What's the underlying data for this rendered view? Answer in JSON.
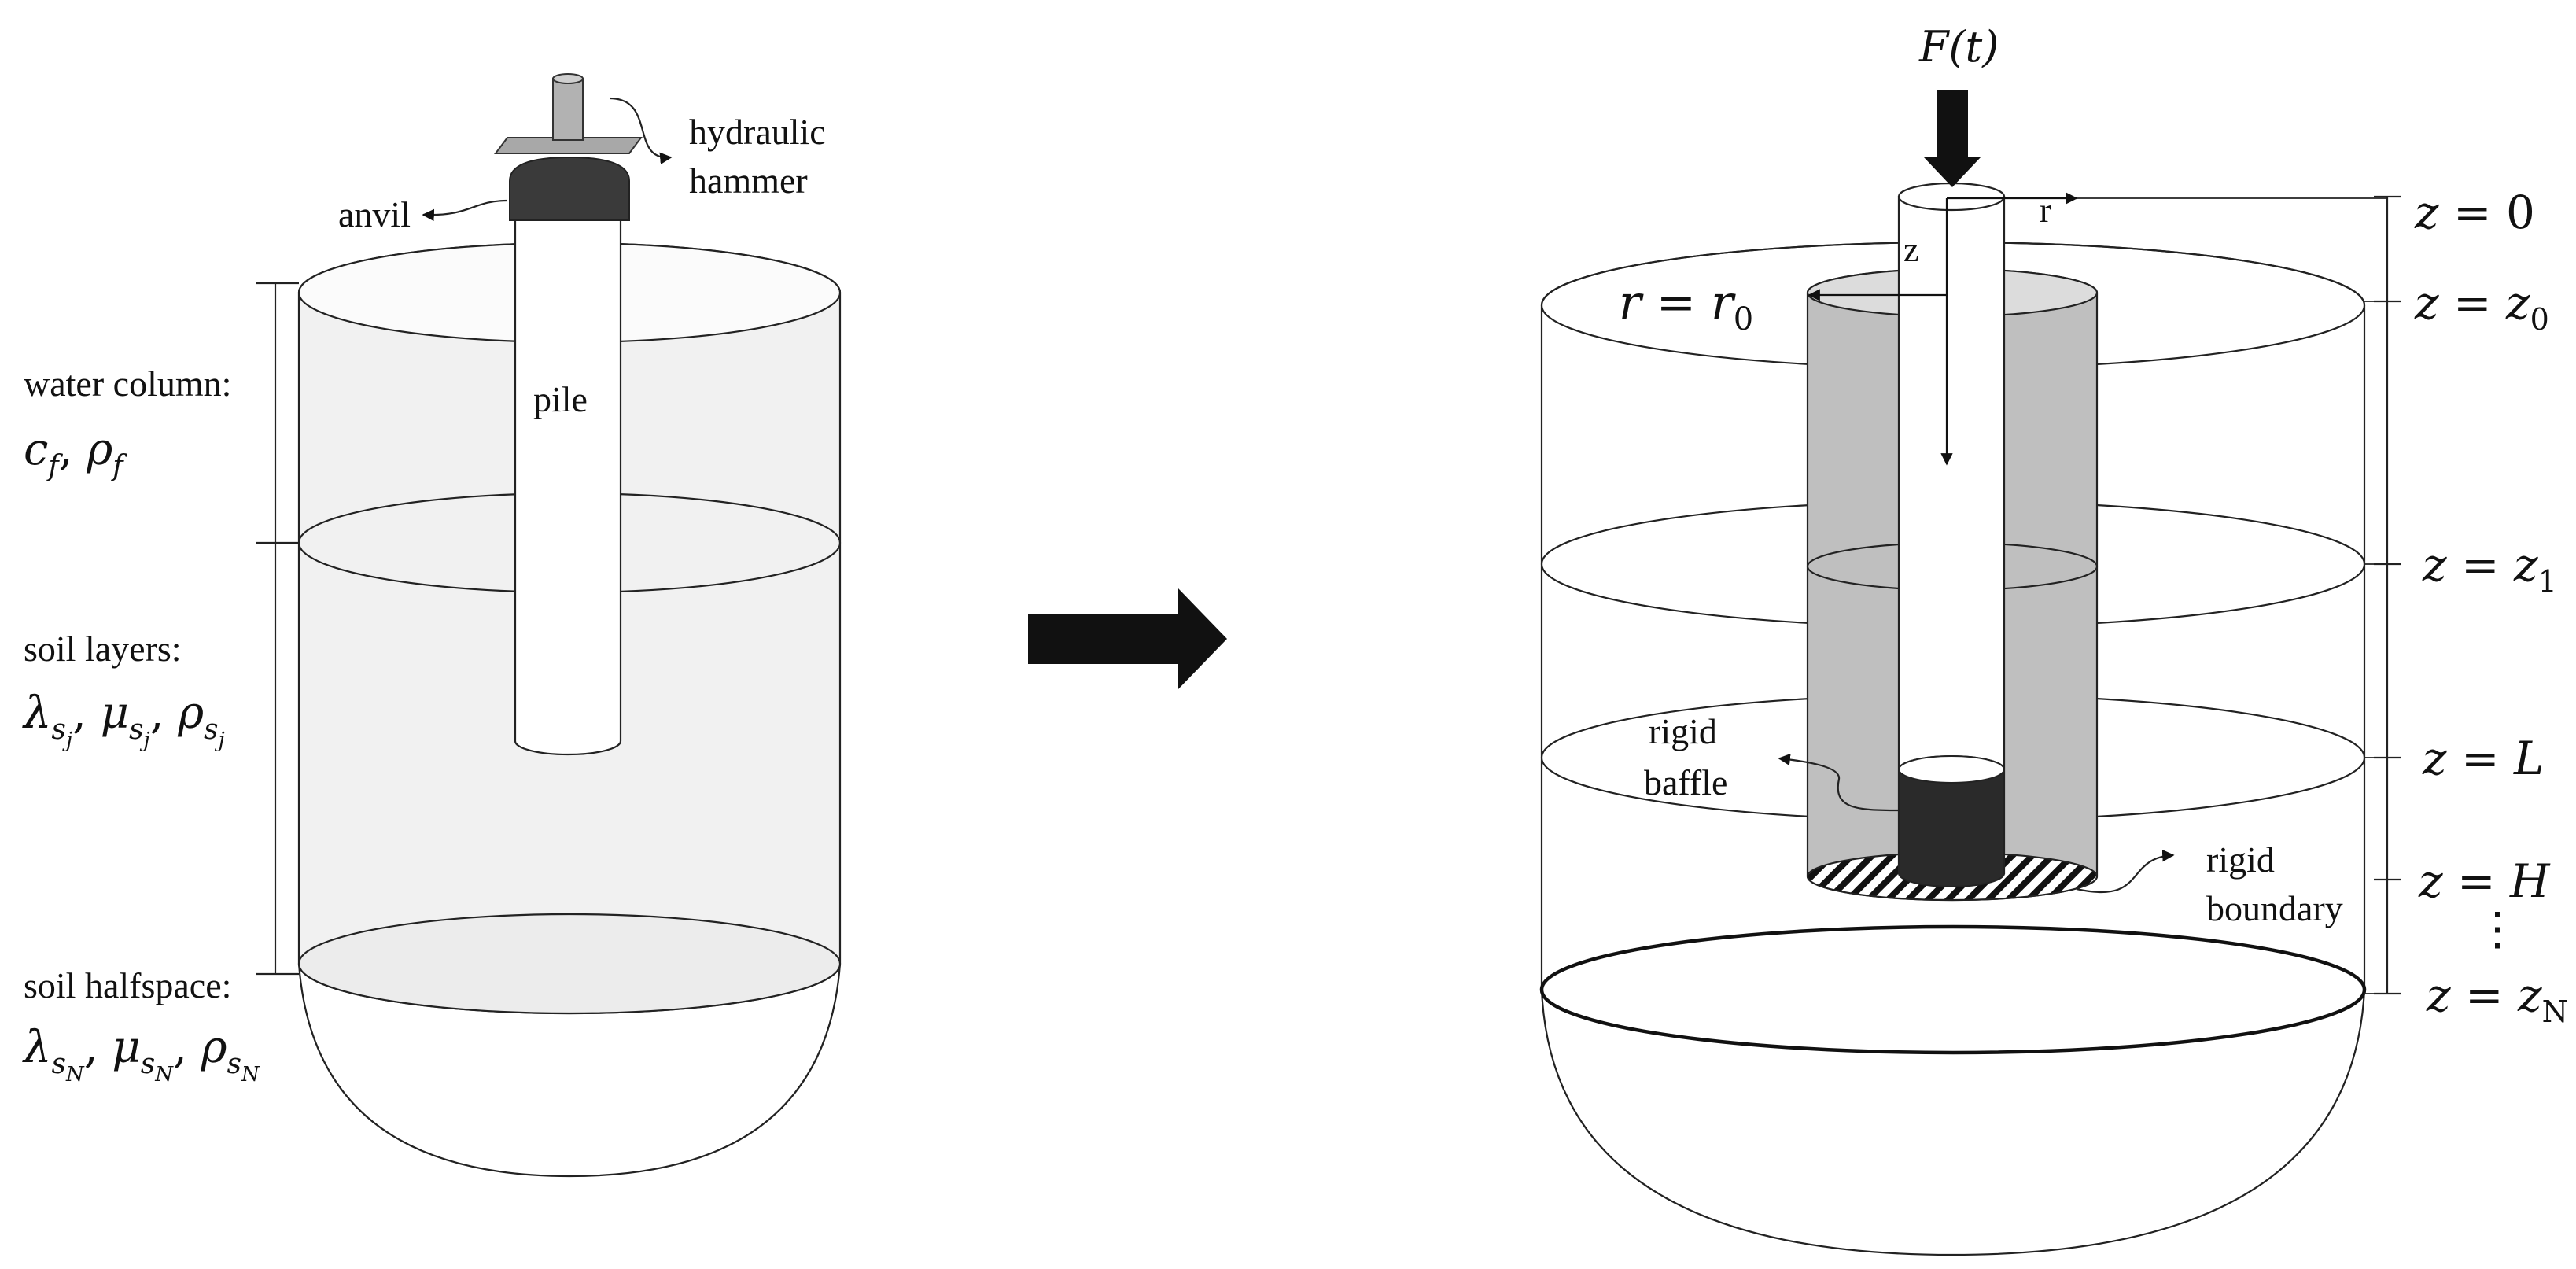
{
  "left_panel": {
    "hammer_label_line1": "hydraulic",
    "hammer_label_line2": "hammer",
    "anvil_label": "anvil",
    "pile_label": "pile",
    "water_label": "water column:",
    "water_params": {
      "c": "c",
      "c_sub": "f",
      "rho": "ρ",
      "rho_sub": "f"
    },
    "soil_layers_label": "soil layers:",
    "soil_params": {
      "lambda": "λ",
      "mu": "μ",
      "rho": "ρ",
      "s": "s",
      "j": "j"
    },
    "halfspace_label": "soil halfspace:",
    "halfspace_params": {
      "lambda": "λ",
      "mu": "μ",
      "rho": "ρ",
      "s": "s",
      "N": "N"
    }
  },
  "right_panel": {
    "force_label": "F(t)",
    "r_axis": "r",
    "z_axis": "z",
    "radius_label": {
      "r": "r",
      "eq": " = ",
      "r0": "r",
      "sub": "0"
    },
    "baffle_line1": "rigid",
    "baffle_line2": "baffle",
    "boundary_line1": "rigid",
    "boundary_line2": "boundary",
    "levels": [
      {
        "name": "z = 0",
        "z": "z",
        "eq": " = ",
        "val": "0",
        "sub": ""
      },
      {
        "name": "z = z0",
        "z": "z",
        "eq": " = ",
        "val": "z",
        "sub": "0"
      },
      {
        "name": "z = z1",
        "z": "z",
        "eq": " = ",
        "val": "z",
        "sub": "1"
      },
      {
        "name": "z = L",
        "z": "z",
        "eq": " = ",
        "val": "L",
        "sub": ""
      },
      {
        "name": "z = H",
        "z": "z",
        "eq": " = ",
        "val": "H",
        "sub": ""
      },
      {
        "name": "z = zN",
        "z": "z",
        "eq": " = ",
        "val": "z",
        "sub": "N"
      }
    ],
    "vdots": "⋮"
  }
}
